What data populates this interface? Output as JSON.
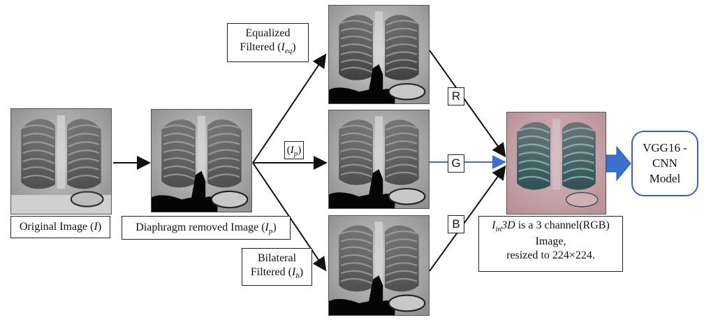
{
  "labels": {
    "original": {
      "text": "Original Image (",
      "var": "I",
      "close": ")"
    },
    "diaphragm": {
      "text": "Diaphragm removed Image (",
      "var": "I",
      "sub": "p",
      "close": ")"
    },
    "equalized_line1": "Equalized",
    "equalized_line2": {
      "text": "Filtered (",
      "var": "I",
      "sub": "eq",
      "close": ")"
    },
    "ip_label": {
      "open": "(",
      "var": "I",
      "sub": "p",
      "close": ")"
    },
    "bilateral_line1": "Bilateral",
    "bilateral_line2": {
      "text": "Filtered (",
      "var": "I",
      "sub": "b",
      "close": ")"
    },
    "output_desc": {
      "var": "I",
      "sub": "in",
      "tail": "3D",
      "rest": " is a 3 channel(RGB) Image,",
      "line2": "resized to 224×224."
    },
    "vgg": "VGG16 -\nCNN\nModel"
  },
  "channels": {
    "r": "R",
    "g": "G",
    "b": "B"
  },
  "colors": {
    "accent": "#3b6fd0",
    "arrow": "#111111",
    "vgg_border": "#3b5bd0",
    "rgb_tint": "#2c6a6c"
  }
}
